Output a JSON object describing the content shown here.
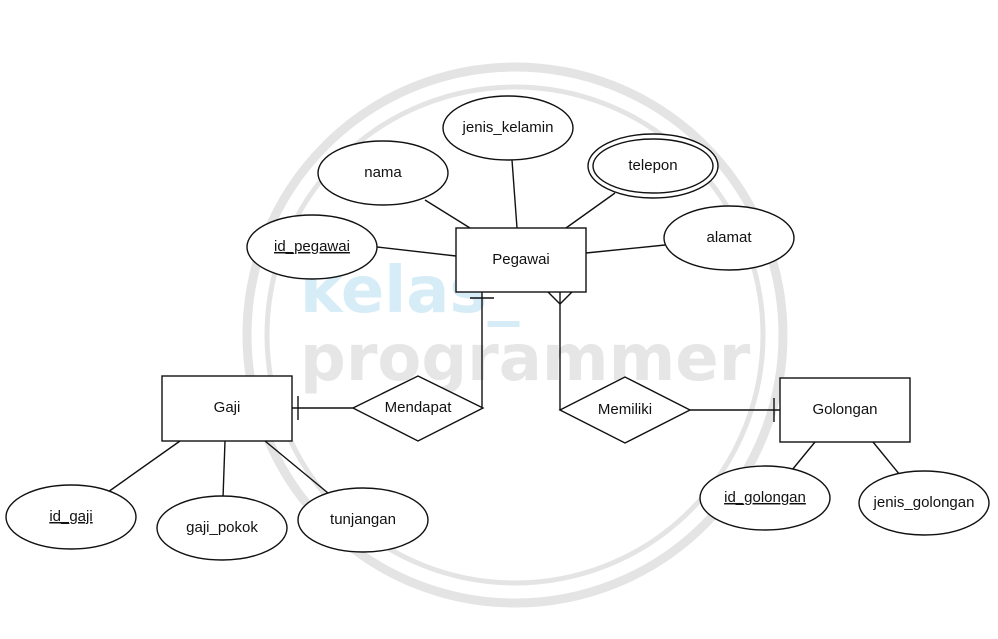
{
  "watermark": {
    "line1": "kelas_",
    "line2": "programmer"
  },
  "entities": {
    "pegawai": "Pegawai",
    "gaji": "Gaji",
    "golongan": "Golongan"
  },
  "relationships": {
    "mendapat": "Mendapat",
    "memiliki": "Memiliki"
  },
  "attributes": {
    "nama": "nama",
    "jenis_kelamin": "jenis_kelamin",
    "telepon": "telepon",
    "id_pegawai": "id_pegawai",
    "alamat": "alamat",
    "id_gaji": "id_gaji",
    "gaji_pokok": "gaji_pokok",
    "tunjangan": "tunjangan",
    "id_golongan": "id_golongan",
    "jenis_golongan": "jenis_golongan"
  }
}
